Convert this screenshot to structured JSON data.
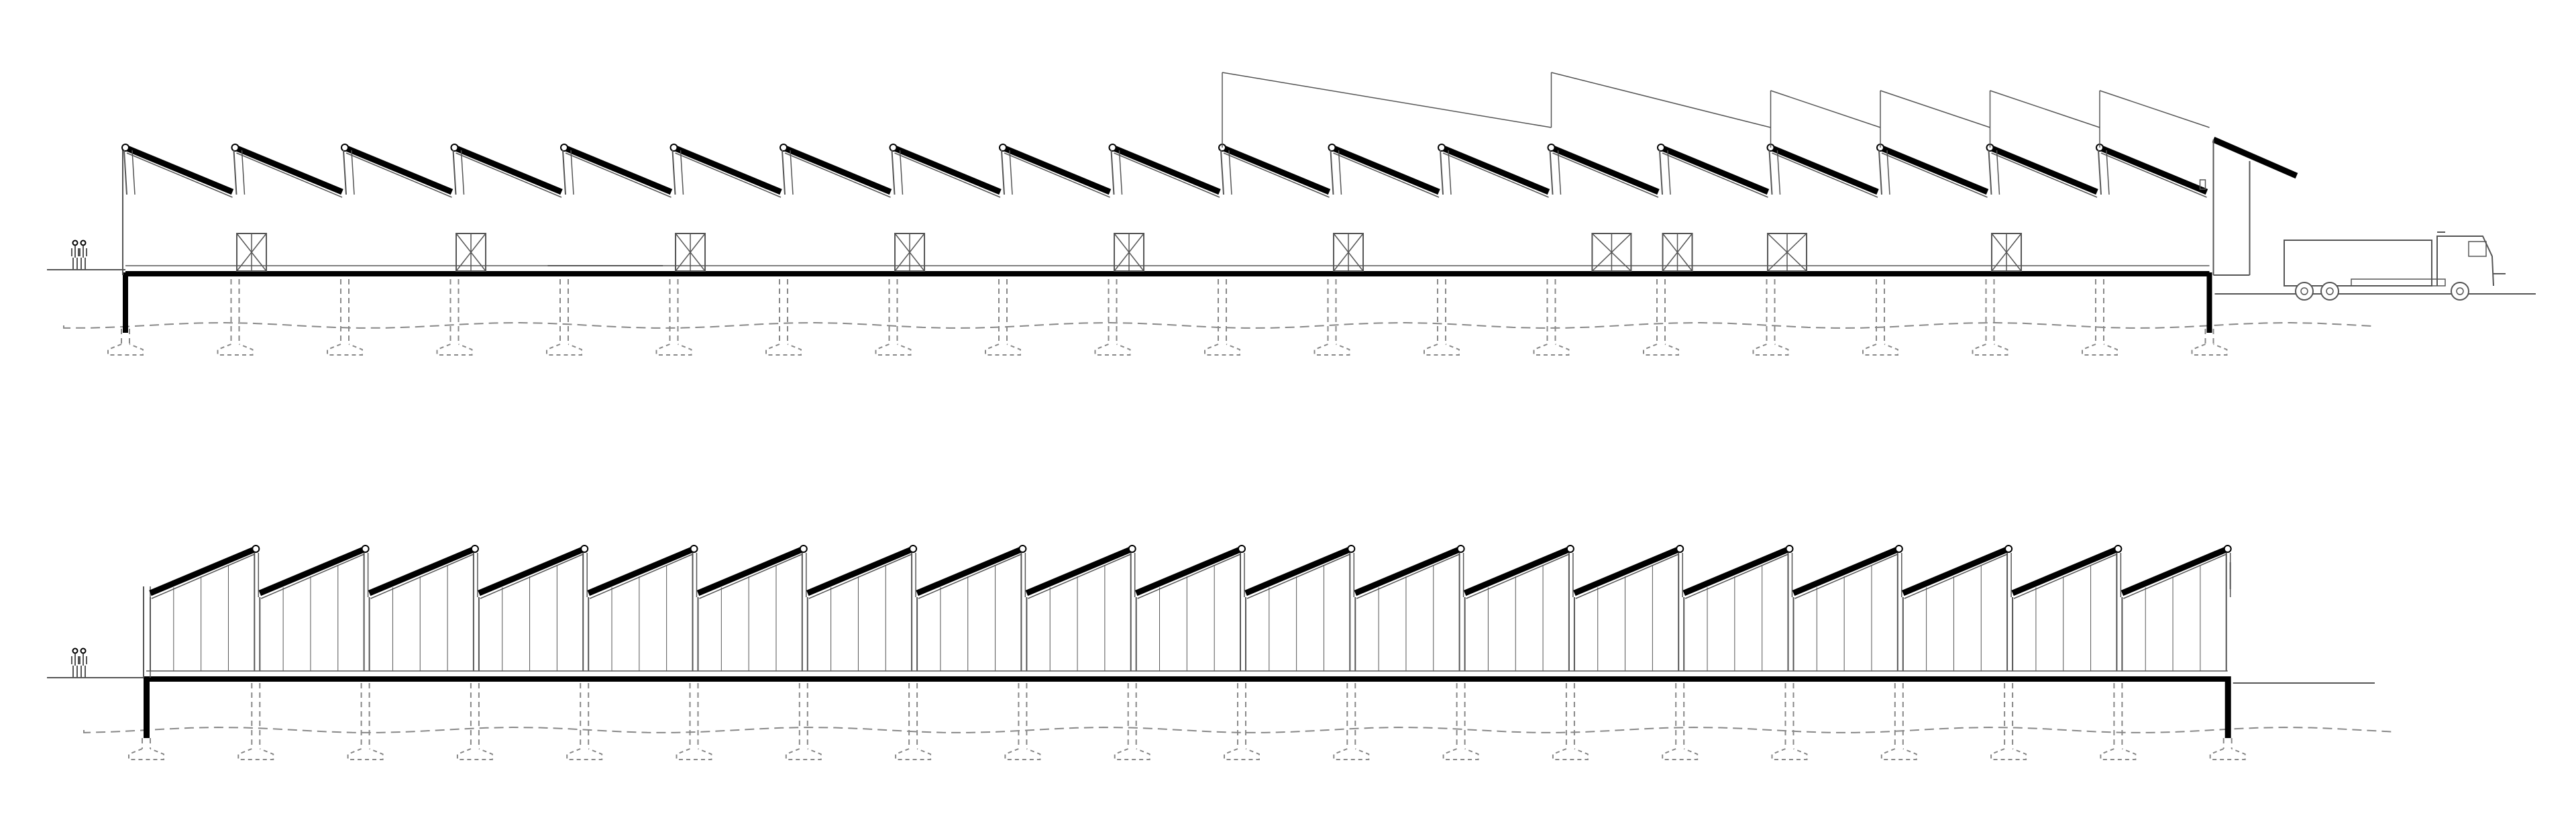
{
  "drawing": {
    "views": [
      {
        "id": "section-upper",
        "bays": 19,
        "roof_orientation": "high-left",
        "ventilators_in_bays": [
          1,
          3,
          5,
          7,
          9,
          11,
          13,
          14,
          15,
          17
        ],
        "raised_outline_over_bays": [
          10,
          11,
          12,
          13,
          14,
          15,
          16,
          17
        ],
        "has_truck": true,
        "has_people": true
      },
      {
        "id": "section-lower",
        "bays": 19,
        "roof_orientation": "high-right",
        "has_truck": false,
        "has_people": true
      }
    ],
    "colors": {
      "ink": "#000000",
      "thin_line": "#555555",
      "hidden_line": "#888888",
      "background": "#ffffff"
    }
  }
}
